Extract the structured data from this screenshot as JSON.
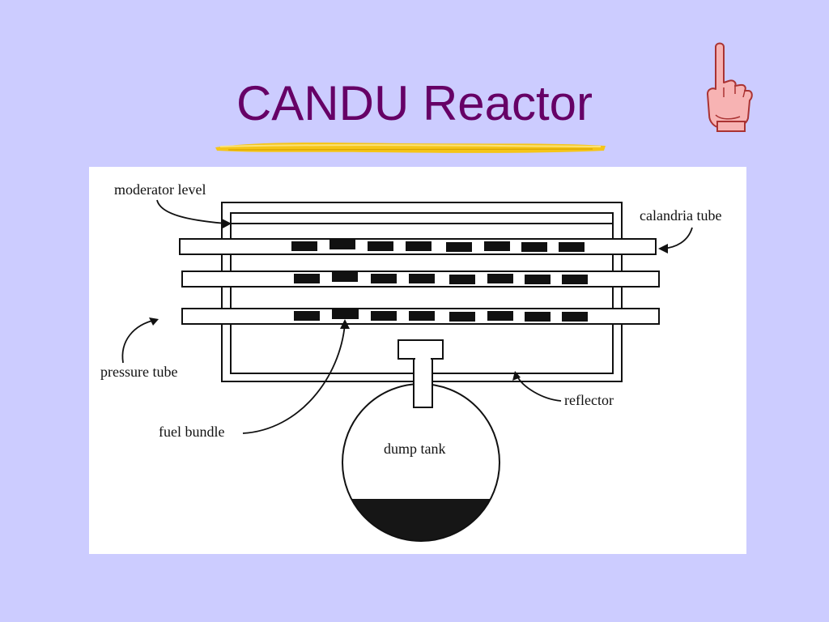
{
  "slide": {
    "title": "CANDU Reactor"
  },
  "diagram": {
    "labels": {
      "moderator_level": "moderator level",
      "calandria_tube": "calandria tube",
      "pressure_tube": "pressure tube",
      "fuel_bundle": "fuel bundle",
      "reflector": "reflector",
      "dump_tank": "dump tank"
    }
  },
  "colors": {
    "background": "#ccccff",
    "title": "#660066",
    "underline": "#f5c518",
    "hand_fill": "#f7b3b3"
  },
  "icons": [
    "pointing-hand-icon",
    "underline-brush"
  ]
}
